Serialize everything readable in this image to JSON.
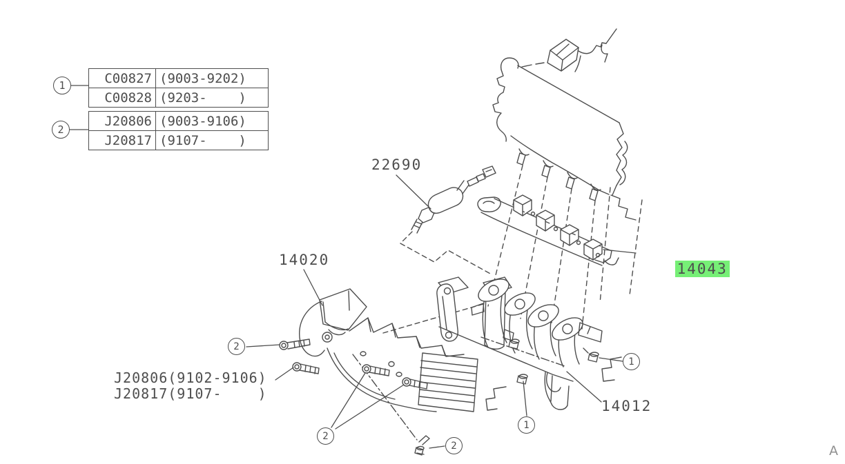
{
  "colors": {
    "line": "#4d4d4d",
    "highlight": "#76ef76",
    "corner-letter": "#8f8f8f",
    "background": "#ffffff"
  },
  "legend": {
    "tables": [
      {
        "marker": "1",
        "rows": [
          {
            "code": "C00827",
            "range": "(9003-9202)"
          },
          {
            "code": "C00828",
            "range": "(9203-    )"
          }
        ]
      },
      {
        "marker": "2",
        "rows": [
          {
            "code": "J20806",
            "range": "(9003-9106)"
          },
          {
            "code": "J20817",
            "range": "(9107-    )"
          }
        ]
      }
    ]
  },
  "part_labels": {
    "oxygen_sensor": "22690",
    "front_cover": "14020",
    "heat_shield": "14043",
    "exhaust_manifold": "14012"
  },
  "notes": {
    "line1": "J20806(9102-9106)",
    "line2": "J20817(9107-    )"
  },
  "markers": {
    "one": "1",
    "two": "2"
  },
  "corner_letter": "A"
}
